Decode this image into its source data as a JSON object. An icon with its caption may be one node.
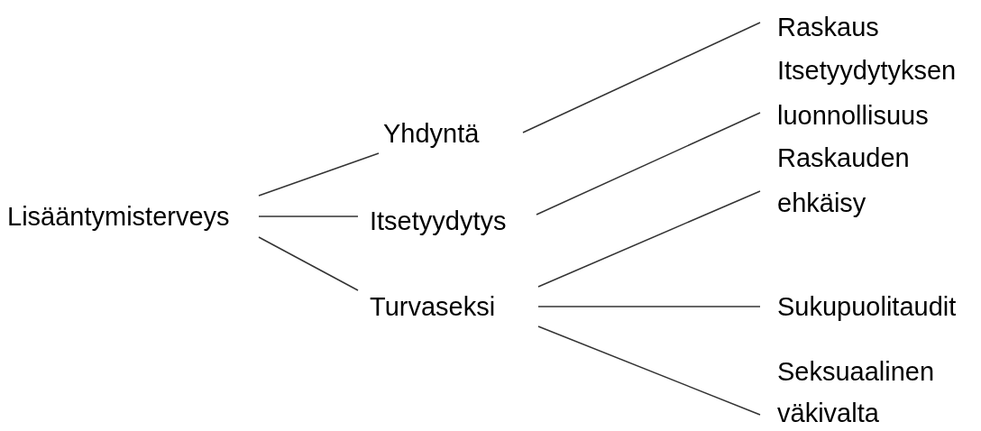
{
  "diagram": {
    "nodes": [
      {
        "text": [
          "Lisääntymisterveys"
        ]
      },
      {
        "text": [
          "Yhdyntä"
        ]
      },
      {
        "text": [
          "Itsetyydytys"
        ]
      },
      {
        "text": [
          "Turvaseksi"
        ]
      },
      {
        "text": [
          "Raskaus"
        ]
      },
      {
        "text": [
          "Itsetyydytyksen luonnollisuus"
        ]
      },
      {
        "text": [
          "Raskauden ehkäisy"
        ]
      },
      {
        "text": [
          "Sukupuolitaudit"
        ]
      },
      {
        "text": [
          "Seksuaalinen väkivalta"
        ]
      }
    ],
    "edges": [
      {
        "from": 0,
        "to": 1,
        "arrow": "none"
      },
      {
        "from": 0,
        "to": 2,
        "arrow": "none"
      },
      {
        "from": 0,
        "to": 3,
        "arrow": "none"
      },
      {
        "from": 1,
        "to": 4,
        "arrow": "none"
      },
      {
        "from": 2,
        "to": 5,
        "arrow": "none"
      },
      {
        "from": 3,
        "to": 6,
        "arrow": "none"
      },
      {
        "from": 3,
        "to": 7,
        "arrow": "none"
      },
      {
        "from": 3,
        "to": 8,
        "arrow": "none"
      }
    ]
  }
}
